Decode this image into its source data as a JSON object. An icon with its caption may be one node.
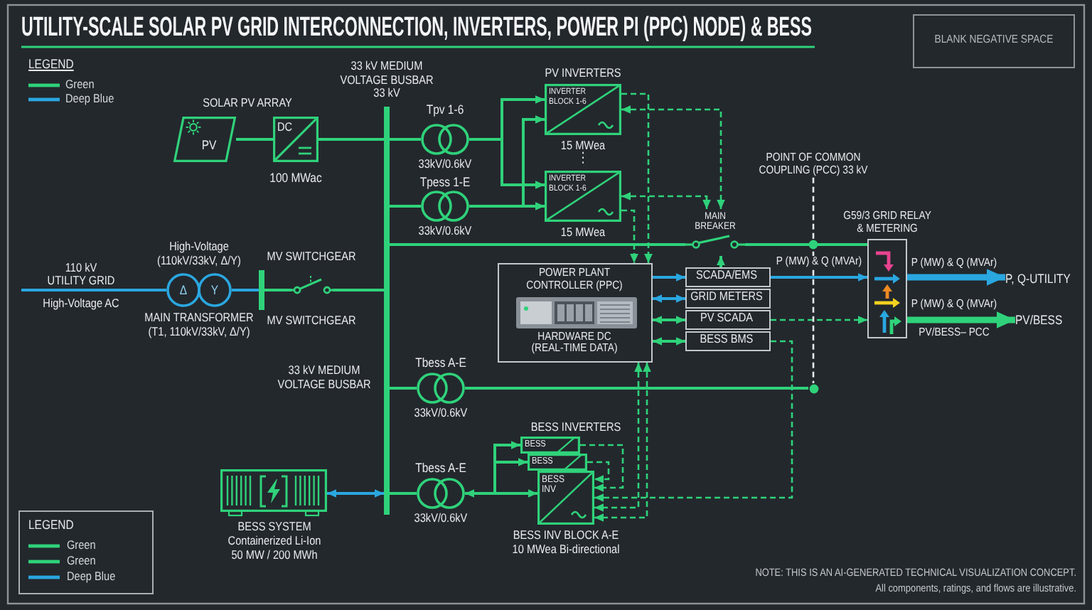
{
  "diagram": {
    "title": "UTILITY-SCALE SOLAR PV GRID INTERCONNECTION, INVERTERS, POWER PI (PPC) NODE) & BESS",
    "nodes": [
      {
        "text": [
          "BLANK NEGATIVE SPACE"
        ]
      },
      {
        "text": [
          "33 kV MEDIUM VOLTAGE BUSBAR 33 kV"
        ],
        "beside": [
          "33 kV MEDIUM VOLTAGE BUSBAR"
        ]
      },
      {
        "text": [
          "PV"
        ]
      },
      {
        "text": [
          "DC"
        ],
        "beside": [
          "100 MWac"
        ]
      },
      {
        "text": [
          "Tpv 1-6"
        ],
        "beside": [
          "33kV/0.6kV"
        ]
      },
      {
        "text": [
          "INVERTER BLOCK 1-6"
        ],
        "beside": [
          "15 MWea"
        ]
      },
      {
        "text": [
          "Tpess 1-E"
        ],
        "beside": [
          "33kV/0.6kV"
        ]
      },
      {
        "text": [
          "INVERTER BLOCK 1-6"
        ],
        "beside": [
          "15 MWea"
        ]
      },
      {
        "text": [
          "MAIN BREAKER"
        ]
      },
      {
        "text": [
          "POINT OF COMMON COUPLING (PCC) 33 kV"
        ]
      },
      {
        "text": [
          "G59/3 GRID RELAY & METERING"
        ]
      },
      {
        "text": [
          "Δ",
          "Y"
        ],
        "beside": [
          "High-Voltage (110kV/33kV, Δ/Y)",
          "MAIN TRANSFORMER (T1, 110kV/33kV, Δ/Y)"
        ]
      },
      {
        "text": [],
        "shape": "bar"
      },
      {
        "text": [
          "MV SWITCHGEAR"
        ]
      },
      {
        "text": [
          "POWER PLANT CONTROLLER (PPC)",
          "HARDWARE DC (REAL-TIME DATA)"
        ]
      },
      {
        "text": [
          "SCADA/EMS"
        ]
      },
      {
        "text": [
          "GRID METERS"
        ]
      },
      {
        "text": [
          "PV SCADA"
        ]
      },
      {
        "text": [
          "BESS BMS"
        ]
      },
      {
        "text": [
          "P, Q-UTILITY"
        ]
      },
      {
        "text": [
          "PV/BESS"
        ]
      },
      {
        "text": [
          "Tbess A-E"
        ],
        "beside": [
          "33kV/0.6kV"
        ]
      },
      {
        "text": [],
        "shape": "circle"
      },
      {
        "text": [
          "BESS"
        ]
      },
      {
        "text": [
          "BESS"
        ]
      },
      {
        "text": [
          "BESS INV"
        ],
        "beside": [
          "BESS INV BLOCK A-E 10 MWea Bi-directional"
        ]
      },
      {
        "text": [
          "Tbess A-E"
        ],
        "beside": [
          "33kV/0.6kV"
        ]
      },
      {
        "text": [
          "BESS SYSTEM",
          "Containerized Li-Ion 50 MW / 200 MWh"
        ]
      }
    ],
    "edges": [
      {
        "from": 2,
        "to": 3,
        "arrow": "none"
      },
      {
        "from": 3,
        "to": 1,
        "arrow": "none"
      },
      {
        "from": 1,
        "to": 4,
        "arrow": "none"
      },
      {
        "from": 1,
        "to": 6,
        "arrow": "none"
      },
      {
        "from": 4,
        "to": 5,
        "arrow": "to"
      },
      {
        "from": 4,
        "to": 7,
        "arrow": "to"
      },
      {
        "from": 6,
        "to": 7,
        "arrow": "to"
      },
      {
        "from": 6,
        "to": 5,
        "arrow": "to"
      },
      {
        "from": 5,
        "to": 8,
        "arrow": "both",
        "style": "dashed"
      },
      {
        "from": 7,
        "to": 8,
        "arrow": "both",
        "style": "dashed"
      },
      {
        "from": 5,
        "to": 14,
        "arrow": "to",
        "style": "dashed"
      },
      {
        "from": 7,
        "to": 14,
        "arrow": "to",
        "style": "dashed"
      },
      {
        "from": 1,
        "to": 8,
        "arrow": "none"
      },
      {
        "from": 8,
        "to": 10,
        "arrow": "none"
      },
      {
        "from": null,
        "to": 11,
        "arrow": "none",
        "color": "#2aa7e0"
      },
      {
        "from": 11,
        "to": 12,
        "arrow": "none",
        "color": "#2aa7e0"
      },
      {
        "from": 12,
        "to": 13,
        "arrow": "none"
      },
      {
        "from": 13,
        "to": 1,
        "arrow": "none"
      },
      {
        "from": 14,
        "to": 15,
        "arrow": "to",
        "color": "#2aa7e0"
      },
      {
        "from": 14,
        "to": 16,
        "arrow": "both",
        "color": "#2aa7e0"
      },
      {
        "from": 14,
        "to": 17,
        "arrow": "both"
      },
      {
        "from": 14,
        "to": 18,
        "arrow": "both"
      },
      {
        "from": 15,
        "to": 8,
        "arrow": "to"
      },
      {
        "from": 15,
        "to": 10,
        "arrow": "to",
        "label": "P (MW) & Q (MVAr)",
        "color": "#2aa7e0"
      },
      {
        "from": 17,
        "to": 10,
        "arrow": "to",
        "style": "dashed"
      },
      {
        "from": 10,
        "to": 19,
        "arrow": "to",
        "label": "P (MW) & Q (MVAr)",
        "style": "thick",
        "color": "#2aa7e0"
      },
      {
        "from": 10,
        "to": 20,
        "arrow": "to",
        "label": "P (MW) & Q (MVAr)",
        "style": "thick"
      },
      {
        "from": 9,
        "to": 22,
        "arrow": "none",
        "style": "dashed",
        "color": "#e8eaec"
      },
      {
        "from": 1,
        "to": 21,
        "arrow": "none"
      },
      {
        "from": 21,
        "to": 22,
        "arrow": "none"
      },
      {
        "from": 27,
        "to": 1,
        "arrow": "both",
        "color": "#2aa7e0"
      },
      {
        "from": 1,
        "to": 26,
        "arrow": "none"
      },
      {
        "from": 26,
        "to": 23,
        "arrow": "to"
      },
      {
        "from": 26,
        "to": 24,
        "arrow": "to"
      },
      {
        "from": 26,
        "to": 25,
        "arrow": "both"
      },
      {
        "from": 14,
        "to": 25,
        "arrow": "both",
        "style": "dashed"
      },
      {
        "from": 14,
        "to": 25,
        "arrow": "both",
        "style": "dashed"
      },
      {
        "from": 18,
        "to": 25,
        "arrow": "to",
        "style": "dashed"
      },
      {
        "from": 23,
        "to": 25,
        "arrow": "to",
        "style": "dashed"
      },
      {
        "from": 24,
        "to": 25,
        "arrow": "to",
        "style": "dashed"
      }
    ],
    "labels": [
      "LEGEND",
      "SOLAR PV ARRAY",
      "PV INVERTERS",
      "⋮",
      "110 kV UTILITY GRID",
      "High-Voltage AC",
      "MV SWITCHGEAR",
      "PV/BESS– PCC",
      "BESS INVERTERS",
      "LEGEND",
      "NOTE: THIS IS AN AI-GENERATED TECHNICAL VISUALIZATION CONCEPT.",
      "All components, ratings, and flows are illustrative."
    ],
    "legend": [
      {
        "text": "Green",
        "color": "#2fd27a"
      },
      {
        "text": "Deep Blue",
        "color": "#2aa7e0"
      },
      {
        "text": "Green",
        "color": "#2fd27a"
      },
      {
        "text": "Green",
        "color": "#2fd27a"
      },
      {
        "text": "Deep Blue",
        "color": "#2aa7e0"
      }
    ]
  }
}
